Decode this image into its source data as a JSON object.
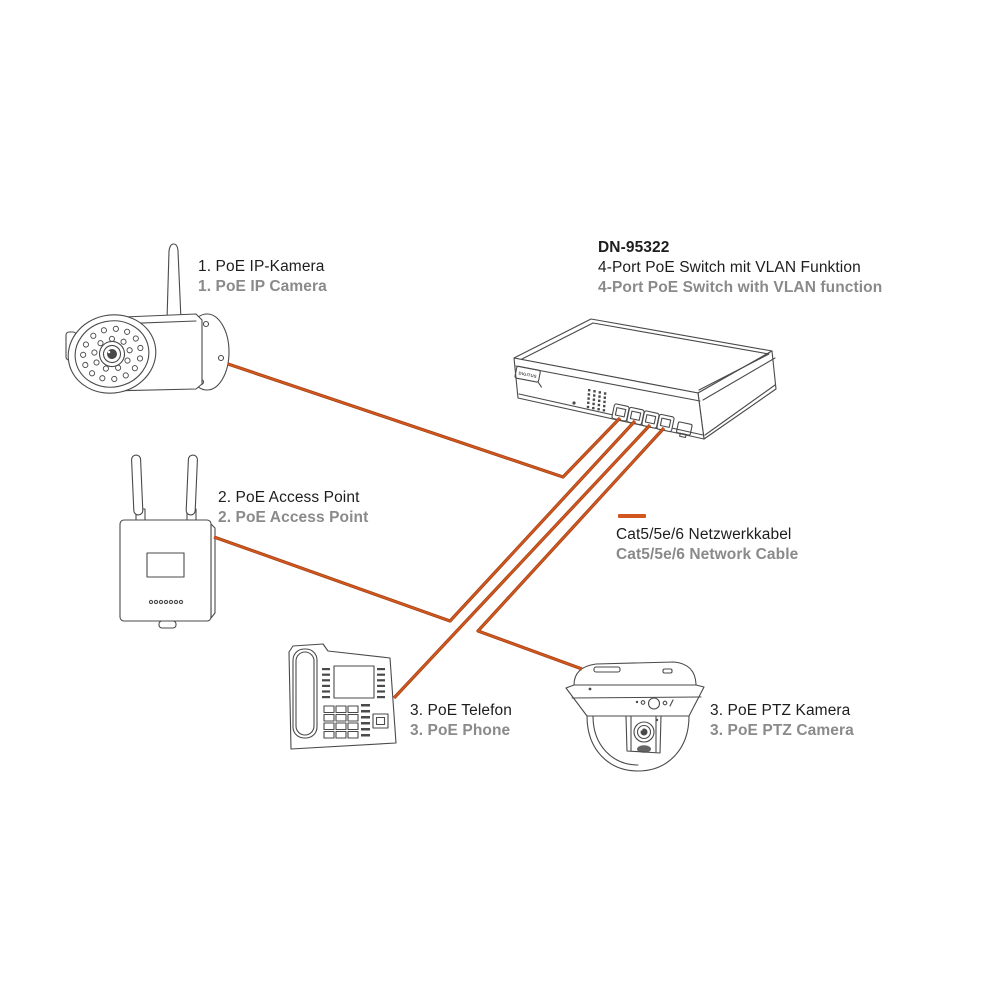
{
  "palette": {
    "background": "#ffffff",
    "cable_orange": "#D2571E",
    "cable_orange_dark": "#9E3D10",
    "line_art_gray": "#4a4a4a",
    "label_black": "#1d1d1d",
    "label_gray": "#8a8a8a"
  },
  "devices": {
    "ip_camera": {
      "label_de": "1. PoE IP-Kamera",
      "label_en": "1. PoE IP Camera"
    },
    "access_point": {
      "label_de": "2. PoE Access Point",
      "label_en": "2. PoE Access Point"
    },
    "poe_switch": {
      "model": "DN-95322",
      "title_de": "4-Port PoE Switch mit VLAN Funktion",
      "title_en": "4-Port PoE Switch with VLAN function",
      "logo": "DIGITUS"
    },
    "phone": {
      "label_de": "3. PoE Telefon",
      "label_en": "3. PoE Phone"
    },
    "ptz_camera": {
      "label_de": "3. PoE PTZ Kamera",
      "label_en": "3. PoE PTZ Camera"
    }
  },
  "legend": {
    "label_de": "Cat5/5e/6 Netzwerkkabel",
    "label_en": "Cat5/5e/6 Network Cable"
  },
  "connections": [
    {
      "from": "poe_switch.port1",
      "to": "ip_camera"
    },
    {
      "from": "poe_switch.port2",
      "to": "access_point"
    },
    {
      "from": "poe_switch.port3",
      "to": "phone"
    },
    {
      "from": "poe_switch.port4",
      "to": "ptz_camera"
    }
  ]
}
